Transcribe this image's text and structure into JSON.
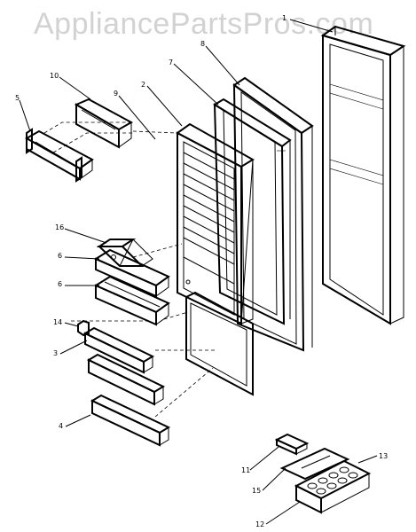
{
  "watermark": "AppliancePartsPros.com",
  "callouts": [
    {
      "id": "c1",
      "text": "1"
    },
    {
      "id": "c8",
      "text": "8"
    },
    {
      "id": "c7",
      "text": "7"
    },
    {
      "id": "c2",
      "text": "2"
    },
    {
      "id": "c9",
      "text": "9"
    },
    {
      "id": "c10",
      "text": "10"
    },
    {
      "id": "c5",
      "text": "5"
    },
    {
      "id": "c16",
      "text": "16"
    },
    {
      "id": "c6a",
      "text": "6"
    },
    {
      "id": "c6b",
      "text": "6"
    },
    {
      "id": "c14",
      "text": "14"
    },
    {
      "id": "c3",
      "text": "3"
    },
    {
      "id": "c4",
      "text": "4"
    },
    {
      "id": "c11",
      "text": "11"
    },
    {
      "id": "c13",
      "text": "13"
    },
    {
      "id": "c15",
      "text": "15"
    },
    {
      "id": "c12",
      "text": "12"
    }
  ]
}
